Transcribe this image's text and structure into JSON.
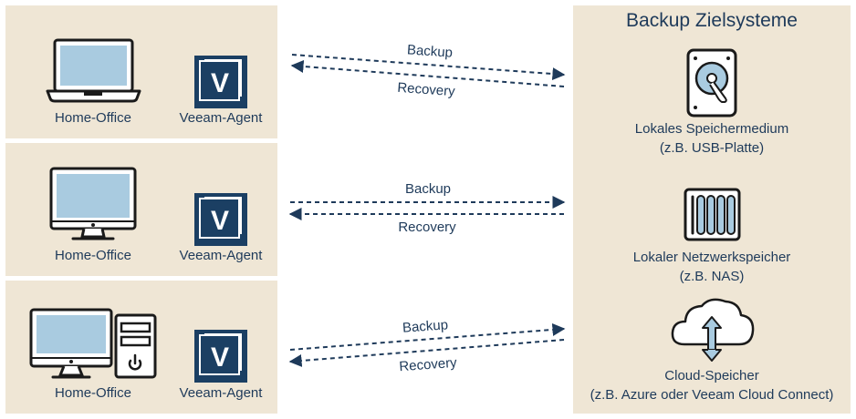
{
  "colors": {
    "panel": "#efe6d5",
    "navy": "#1e3a5a",
    "screen": "#a9cbe0",
    "veeam": "#1b3f63"
  },
  "rows": [
    {
      "device": "Home-Office",
      "device_icon": "laptop-icon",
      "agent": "Veeam-Agent",
      "agent_icon": "veeam-logo-icon"
    },
    {
      "device": "Home-Office",
      "device_icon": "monitor-icon",
      "agent": "Veeam-Agent",
      "agent_icon": "veeam-logo-icon"
    },
    {
      "device": "Home-Office",
      "device_icon": "desktop-pc-icon",
      "agent": "Veeam-Agent",
      "agent_icon": "veeam-logo-icon"
    }
  ],
  "arrows": [
    {
      "backup": "Backup",
      "recovery": "Recovery"
    },
    {
      "backup": "Backup",
      "recovery": "Recovery"
    },
    {
      "backup": "Backup",
      "recovery": "Recovery"
    }
  ],
  "targets": {
    "title": "Backup Zielsysteme",
    "items": [
      {
        "line1": "Lokales Speichermedium",
        "line2": "(z.B. USB-Platte)",
        "icon": "hard-drive-icon"
      },
      {
        "line1": "Lokaler Netzwerkspeicher",
        "line2": "(z.B. NAS)",
        "icon": "nas-icon"
      },
      {
        "line1": "Cloud-Speicher",
        "line2": "(z.B. Azure oder Veeam Cloud Connect)",
        "icon": "cloud-upload-icon"
      }
    ]
  }
}
